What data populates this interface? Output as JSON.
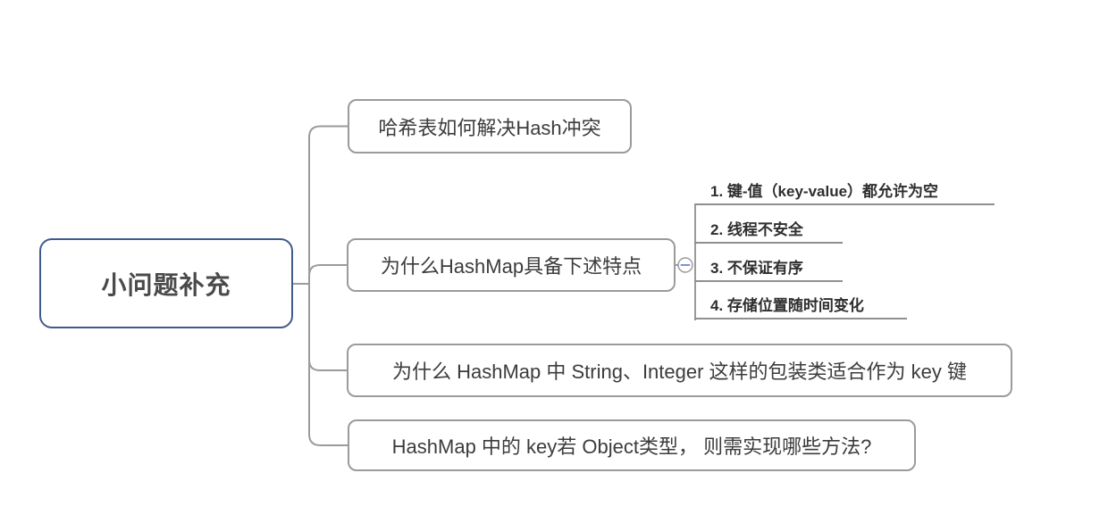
{
  "mindmap": {
    "root": {
      "label": "小问题补充"
    },
    "branches": [
      {
        "label": "哈希表如何解决Hash冲突"
      },
      {
        "label": "为什么HashMap具备下述特点",
        "collapse_icon": "minus-circle-icon",
        "children": [
          "1. 键-值（key-value）都允许为空",
          "2. 线程不安全",
          "3. 不保证有序",
          "4. 存储位置随时间变化"
        ]
      },
      {
        "label": "为什么 HashMap 中 String、Integer 这样的包装类适合作为 key 键"
      },
      {
        "label": "HashMap 中的 key若 Object类型， 则需实现哪些方法?"
      }
    ],
    "colors": {
      "background": "#ffffff",
      "root_border": "#3f5a8f",
      "branch_border": "#9b9b9b",
      "connector_line": "#9b9b9b",
      "subitem_line": "#8f8f8f",
      "text": "#3c3c3c",
      "collapse_minus": "#7b8fd4"
    }
  }
}
